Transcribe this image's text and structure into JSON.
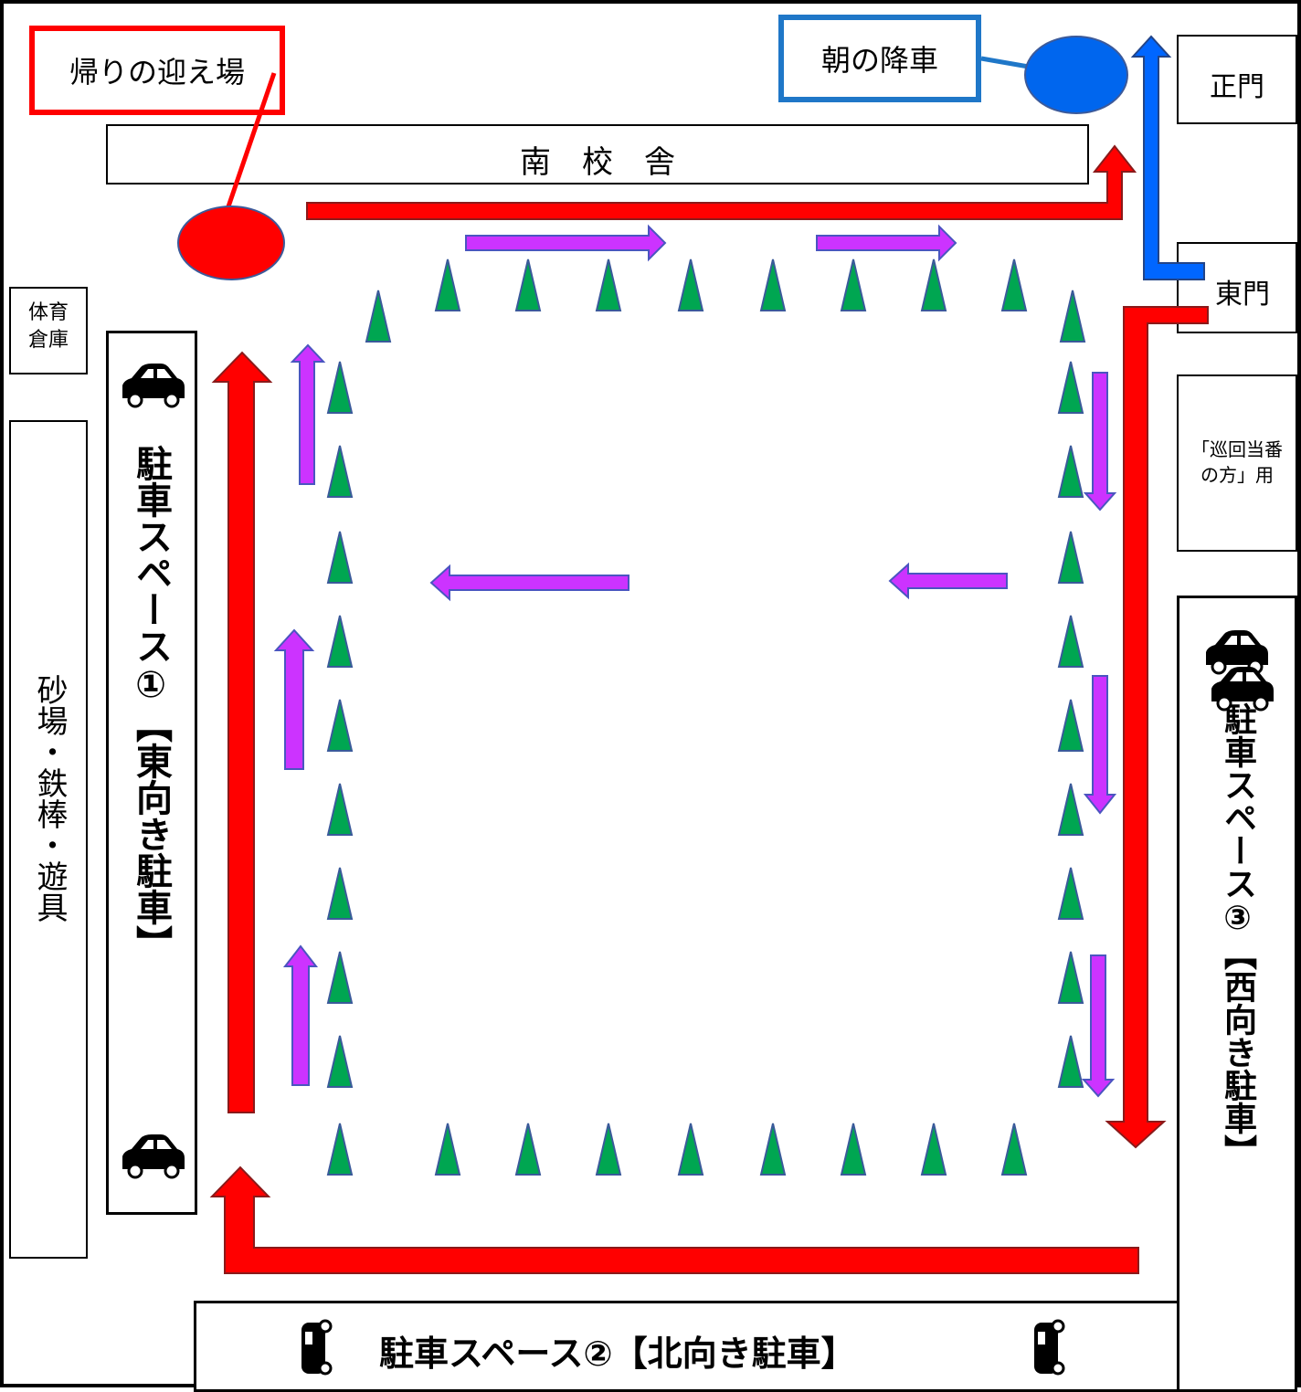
{
  "colors": {
    "route_red": "#ff0000",
    "route_blue": "#0066ff",
    "flow_purple": "#cc33ff",
    "cone_green": "#00a651",
    "callout_red": "#ff0000",
    "callout_blue": "#1f77c8",
    "pickup_dot": "#ff0000",
    "dropoff_dot": "#0066ee"
  },
  "callouts": {
    "pickup": "帰りの迎え場",
    "dropoff": "朝の降車"
  },
  "buildings": {
    "south_school": "南　校　舎",
    "storage": "体育\n倉庫",
    "sandbox": "砂場・鉄棒・遊具",
    "patrol": "「巡回当番\nの方」用"
  },
  "gates": {
    "main": "正門",
    "east": "東門"
  },
  "parking": {
    "space1": "駐車スペース①【東向き駐車】",
    "space2": "駐車スペース②【北向き駐車】",
    "space3": "駐車スペース③【西向き駐車】"
  },
  "icons": {
    "car": "car-icon",
    "cone": "cone-marker"
  }
}
